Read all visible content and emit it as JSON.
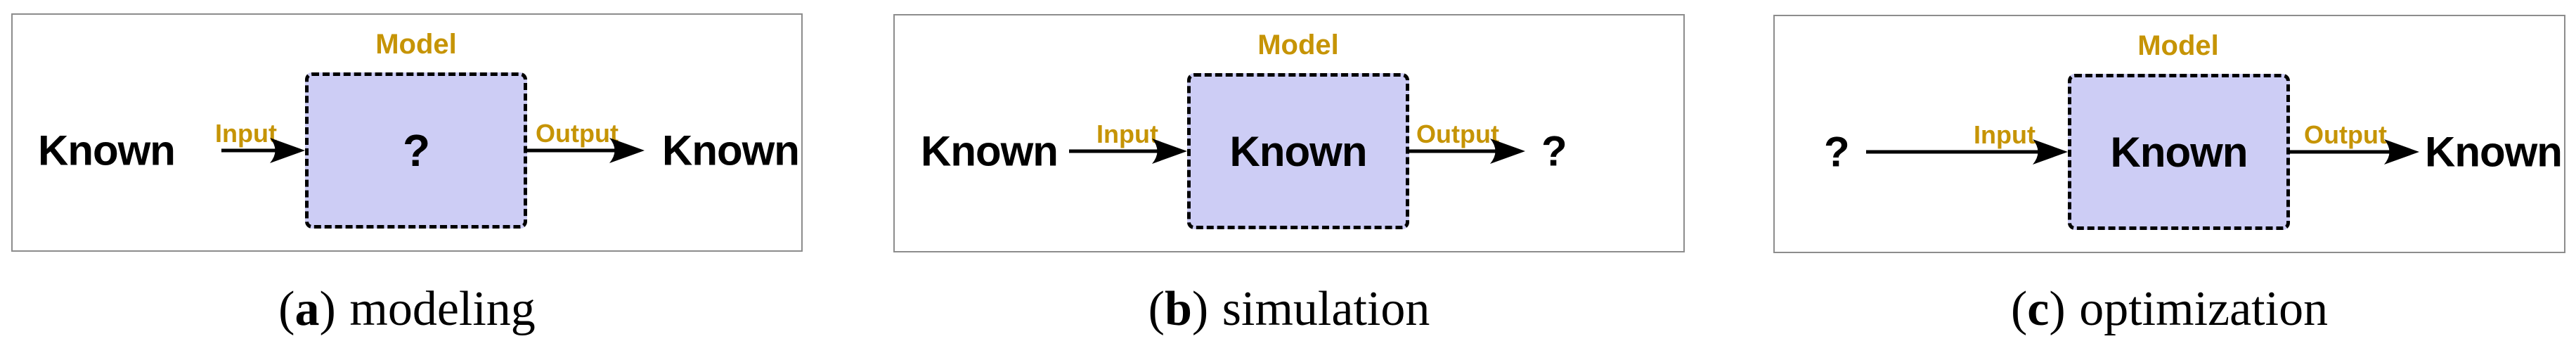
{
  "figure": {
    "description": "Three block diagrams contrasting modeling, simulation, and optimization tasks"
  },
  "colors": {
    "accent_gold": "#C69405",
    "box_fill": "#CDCDF5",
    "box_border": "#000000",
    "panel_border": "#8C8C8C",
    "arrow": "#000000",
    "text": "#000000"
  },
  "panels": [
    {
      "caption_open": "(",
      "caption_letter": "a",
      "caption_close": ")",
      "caption_text": "modeling",
      "model_label": "Model",
      "input_label": "Input",
      "output_label": "Output",
      "source": "Known",
      "box_content": "?",
      "sink": "Known"
    },
    {
      "caption_open": "(",
      "caption_letter": "b",
      "caption_close": ")",
      "caption_text": "simulation",
      "model_label": "Model",
      "input_label": "Input",
      "output_label": "Output",
      "source": "Known",
      "box_content": "Known",
      "sink": "?"
    },
    {
      "caption_open": "(",
      "caption_letter": "c",
      "caption_close": ")",
      "caption_text": "optimization",
      "model_label": "Model",
      "input_label": "Input",
      "output_label": "Output",
      "source": "?",
      "box_content": "Known",
      "sink": "Known"
    }
  ]
}
